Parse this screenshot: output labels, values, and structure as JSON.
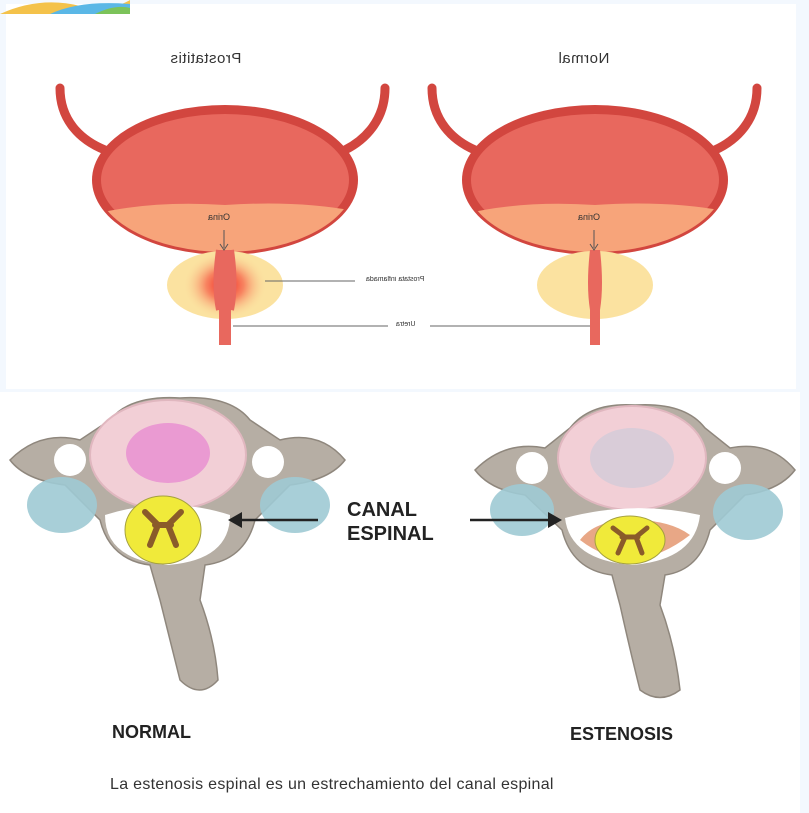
{
  "bladder_panel": {
    "left_title": "Prostatitis",
    "right_title": "Normal",
    "left_orina": "Orina",
    "right_orina": "Orina",
    "inflamed_label": "Prostata inflamada",
    "uretra_label": "Uretra"
  },
  "spine_panel": {
    "canal_line1": "CANAL",
    "canal_line2": "ESPINAL",
    "normal_label": "NORMAL",
    "stenosis_label": "ESTENOSIS",
    "caption": "La estenosis espinal es un estrechamiento del canal espinal"
  },
  "colors": {
    "bladder": "#e8685e",
    "bladder_outline": "#d2463f",
    "urine": "#f7a47a",
    "prostate": "#fbe2a0",
    "inflammation": "#f21e1e",
    "bone": "#b6aea4",
    "disc": "#f2cfd6",
    "spinal_cord": "#f0ea3a",
    "side_tissue": "#9fcad4"
  }
}
